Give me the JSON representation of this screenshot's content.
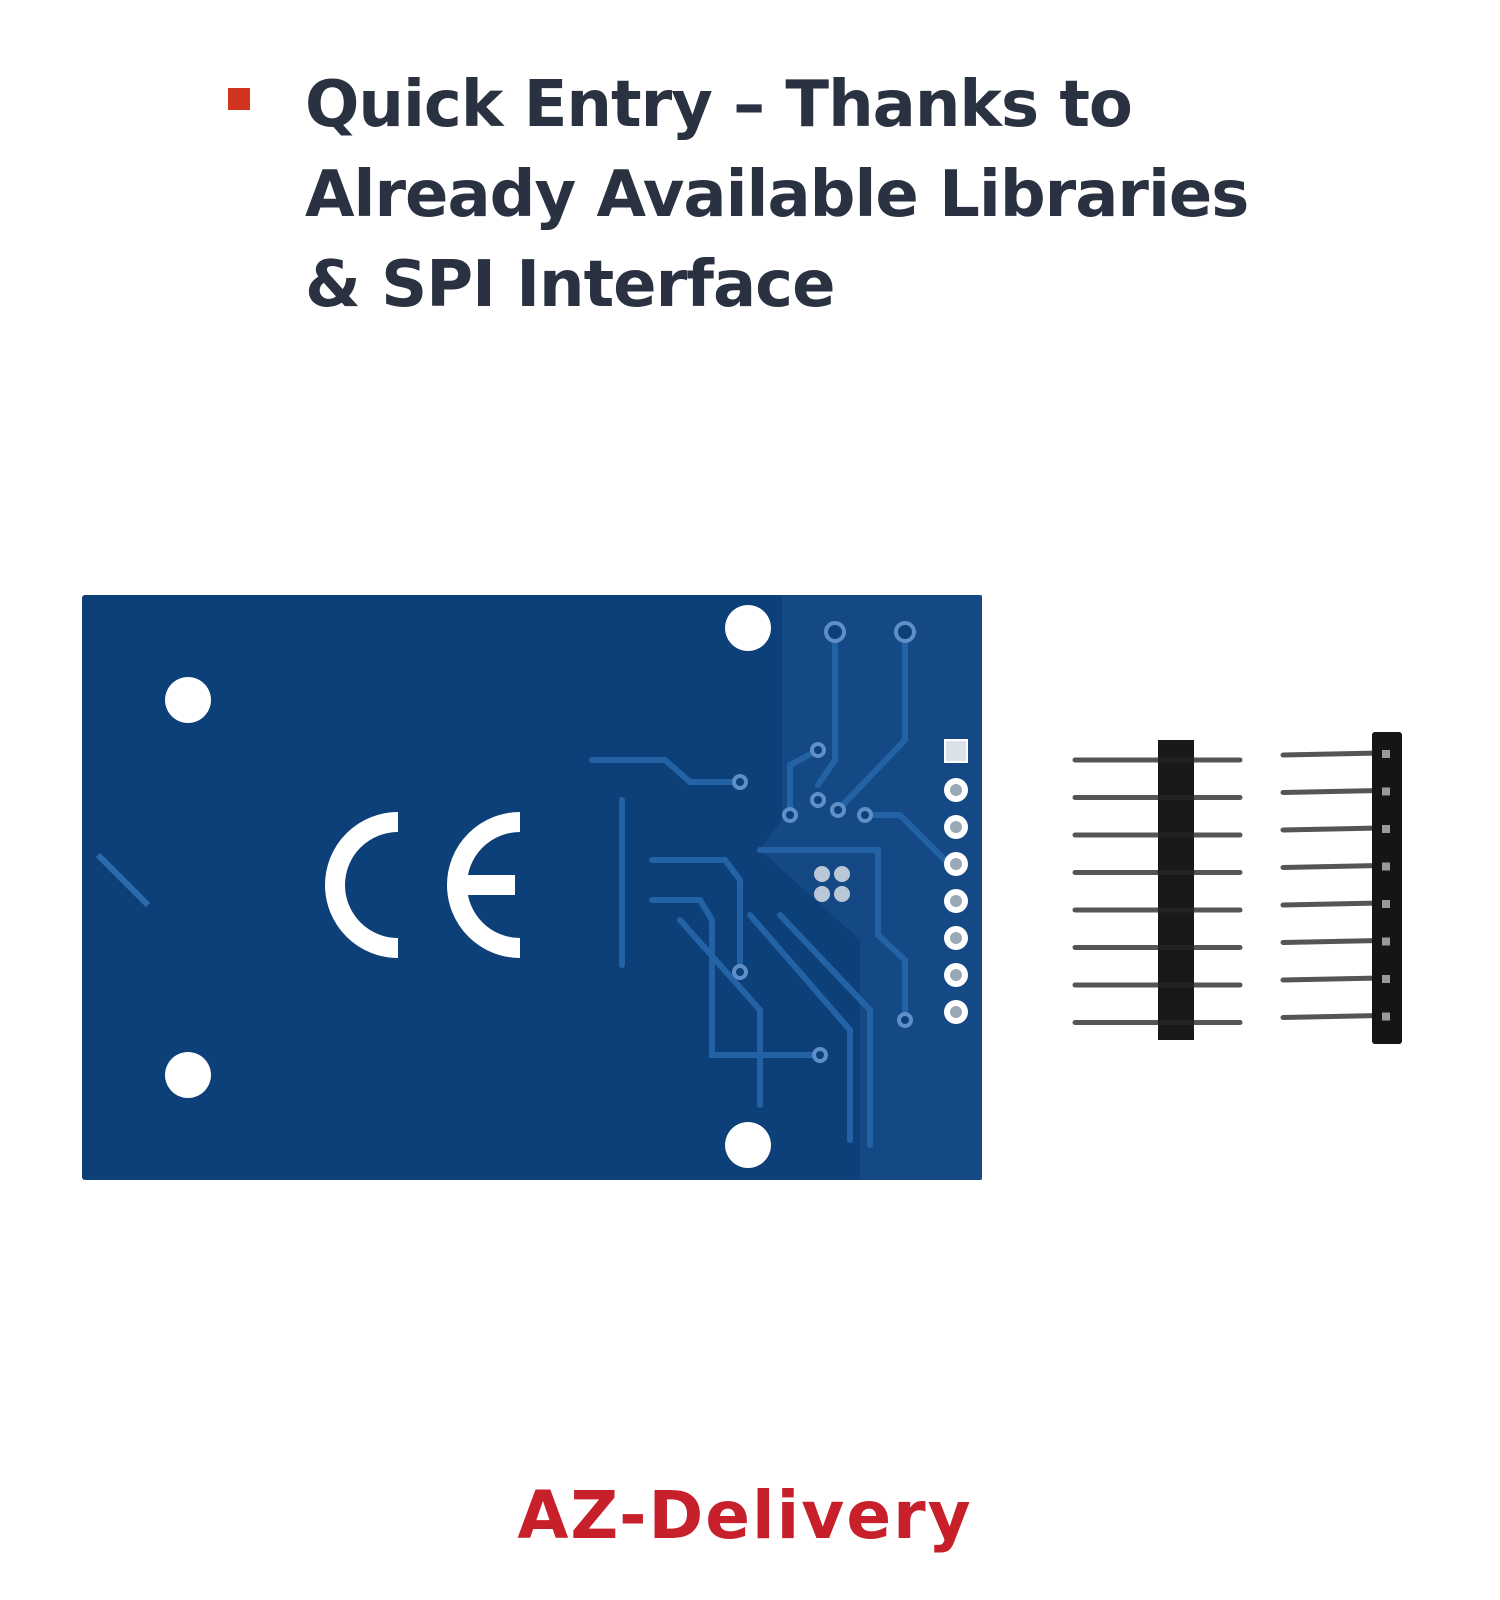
{
  "headline": {
    "lines": [
      "Quick Entry – Thanks to",
      "Already Available Libraries",
      "& SPI Interface"
    ],
    "bullet_color": "#d0341c",
    "text_color": "#2a3140"
  },
  "product": {
    "board_color": "#0d3f78",
    "mark_label": "CE"
  },
  "brand": {
    "name": "AZ-Delivery",
    "color": "#c8202b"
  }
}
